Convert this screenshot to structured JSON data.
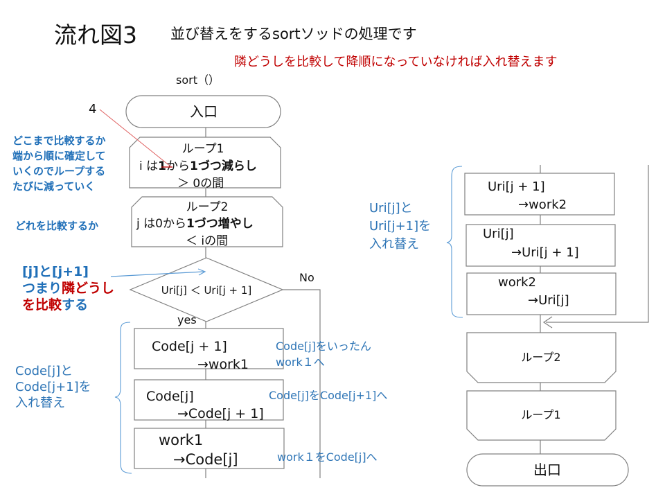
{
  "title": "流れ図3",
  "subtitle": "並び替えをするsortソッドの処理です",
  "note_red": "隣どうしを比較して降順になっていなければ入れ替えます",
  "func_name": "sort（）",
  "number_4": "4",
  "start_label": "入口",
  "end_label": "出口",
  "loop1": {
    "line1": "ループ1",
    "line2_a": "i は",
    "line2_b": "1",
    "line2_c": "から",
    "line2_d": "1づつ減らし",
    "line3": "＞ 0の間"
  },
  "loop2": {
    "line1": "ループ2",
    "line2_a": "j は0から",
    "line2_b": "1づつ増やし",
    "line3": "＜ iの間"
  },
  "decision": {
    "text": "Uri[j] ＜ Uri[j + 1]",
    "no": "No",
    "yes": "yes"
  },
  "left_steps": [
    {
      "line1": "Code[j + 1]",
      "line2": "→work1"
    },
    {
      "line1": "Code[j]",
      "line2": "→Code[j + 1]"
    },
    {
      "line1": "work1",
      "line2": "→Code[j]"
    }
  ],
  "right_steps": [
    {
      "line1": "Uri[j + 1]",
      "line2": "→work2"
    },
    {
      "line1": "Uri[j]",
      "line2": "→Uri[j + 1]"
    },
    {
      "line1": "work2",
      "line2": "→Uri[j]"
    }
  ],
  "loop2_end": "ループ2",
  "loop1_end": "ループ1",
  "notes": {
    "how_far": [
      "どこまで比較するか",
      "端から順に確定して",
      "いくのでループする",
      "たびに減っていく"
    ],
    "which": "どれを比較するか",
    "compare_a": "[j]と[j+1]",
    "compare_b1": "つまり",
    "compare_b2": "隣どうし",
    "compare_c1": "を比較",
    "compare_c2": "する",
    "swap_code": [
      "Code[j]と",
      "Code[j+1]を",
      "入れ替え"
    ],
    "swap_uri": [
      "Uri[j]と",
      "Uri[j+1]を",
      "入れ替え"
    ],
    "code_tmp": [
      "Code[j]をいったん",
      "work１へ"
    ],
    "code_move": "Code[j]をCode[j+1]へ",
    "work_move": "work１をCode[j]へ"
  },
  "colors": {
    "shape_stroke": "#808080",
    "note_blue": "#2e75b6",
    "note_red": "#c00000",
    "brace": "#5b9bd5"
  }
}
